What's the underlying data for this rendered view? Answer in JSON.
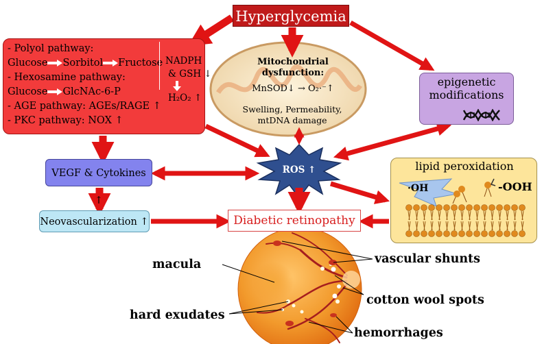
{
  "title": "Hyperglycemia",
  "pathways": {
    "polyol": "- Polyol pathway:",
    "glucose1": "Glucose",
    "sorbitol": "Sorbitol",
    "fructose": "Fructose",
    "hexosamine": "- Hexosamine pathway:",
    "glucose2": "Glucose",
    "glcnac": "GlcNAc-6-P",
    "age": "- AGE pathway: AGEs/RAGE ↑",
    "pkc": "- PKC pathway: NOX ↑",
    "nadph": "NADPH",
    "gsh": "& GSH ↓",
    "h2o2": "H₂O₂ ↑"
  },
  "mito": {
    "title_line1": "Mitochondrial",
    "title_line2": "dysfunction:",
    "mnsod": "MnSOD↓ → O₂·⁻↑",
    "effects_line1": "Swelling, Permeability,",
    "effects_line2": "mtDNA damage"
  },
  "epigenetic": {
    "line1": "epigenetic",
    "line2": "modifications"
  },
  "ros": "ROS ↑",
  "vegf": "VEGF & Cytokines ↑",
  "neovascularization": "Neovascularization ↑",
  "diabetic_retinopathy": "Diabetic retinopathy",
  "lipid": {
    "title": "lipid peroxidation",
    "oh": "·OH",
    "ooh": "-OOH"
  },
  "retina_labels": {
    "macula": "macula",
    "vascular_shunts": "vascular shunts",
    "cotton_wool_spots": "cotton wool spots",
    "hard_exudates": "hard exudates",
    "hemorrhages": "hemorrhages"
  },
  "colors": {
    "arrow_red": "#e01414",
    "title_bg": "#c01a1a",
    "pathways_bg": "#f23b3b",
    "vegf_bg": "#8383ee",
    "neo_bg": "#bde7f5",
    "epigenetic_bg": "#c8a5e2",
    "lipid_bg": "#fde59b",
    "ros_star": "#2f4f8f",
    "retina": "#f08a1a"
  }
}
